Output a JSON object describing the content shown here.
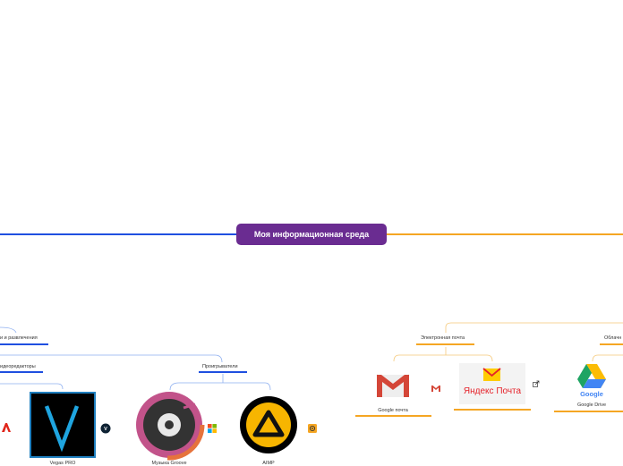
{
  "central": {
    "title": "Моя информационная среда"
  },
  "branches": {
    "left_topic": "и и развлечения",
    "video_editors": "идеоредакторы",
    "players": "Проигрыватели",
    "email": "Электронная почта",
    "cloud": "Облачн"
  },
  "items": {
    "vegas": "Vegas PRO",
    "groove": "Музыка Groove",
    "aimp": "AIMP",
    "gmail": "Google почта",
    "gdrive": "Google Drive",
    "yandex_mail": "Яндекс Почта",
    "google_logo_text": "Google"
  },
  "colors": {
    "central": "#6a2c91",
    "left_branch": "#1f4fe0",
    "right_branch": "#f5a623",
    "gmail_red": "#d44638"
  },
  "icons": [
    "adobe-icon",
    "vegas-v-icon",
    "windows-icon",
    "aimp-small-icon",
    "gmail-small-icon",
    "external-link-icon"
  ]
}
